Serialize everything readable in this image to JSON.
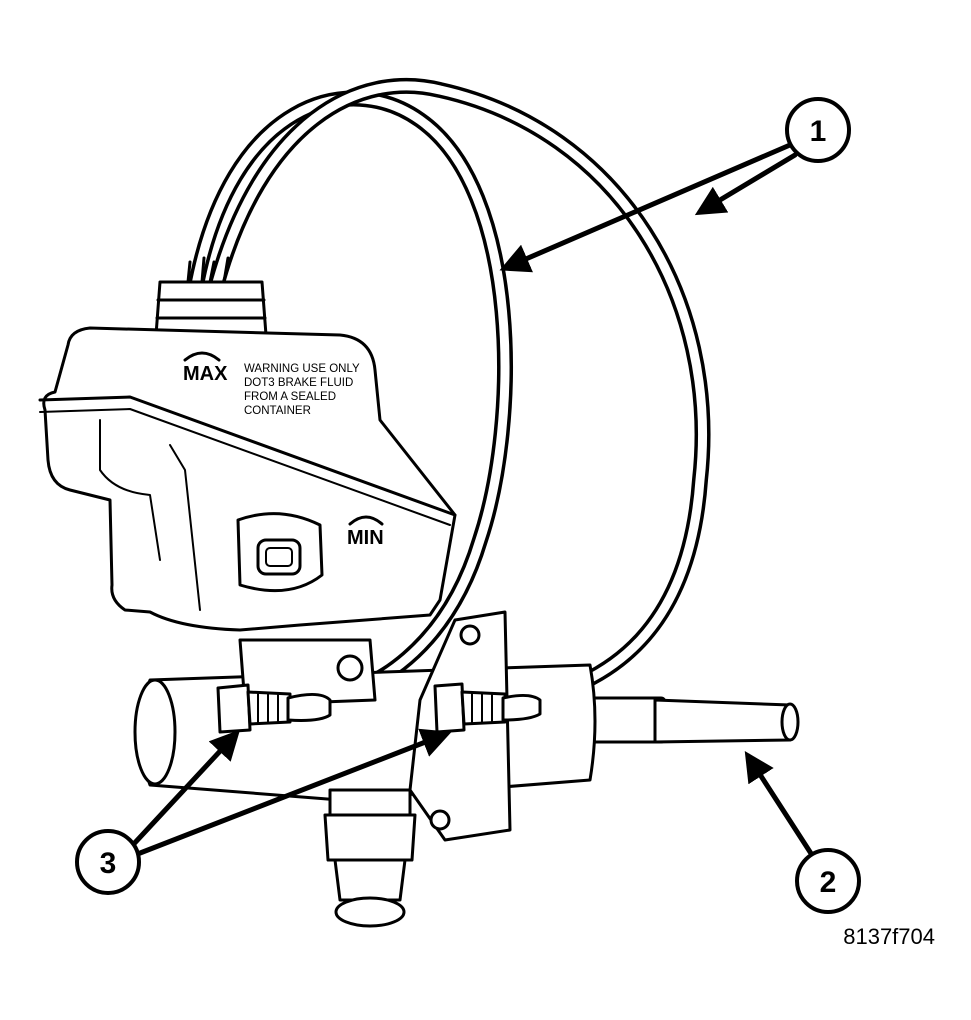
{
  "reservoir": {
    "max_label": "MAX",
    "min_label": "MIN",
    "warning_lines": [
      "WARNING USE ONLY",
      "DOT3 BRAKE FLUID",
      "FROM A SEALED",
      "CONTAINER"
    ]
  },
  "callouts": [
    {
      "number": "1"
    },
    {
      "number": "2"
    },
    {
      "number": "3"
    }
  ],
  "figure_id": "8137f704"
}
